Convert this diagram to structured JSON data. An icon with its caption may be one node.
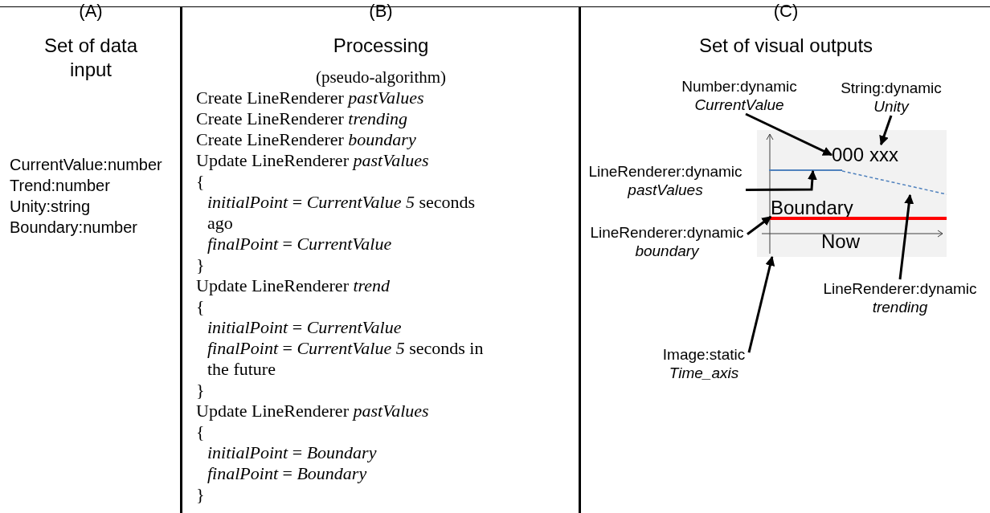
{
  "diagram": {
    "nodes": [
      {
        "text": [],
        "shape": "box"
      },
      {
        "text": [
          "000"
        ],
        "in": 0
      },
      {
        "text": [
          "xxx"
        ],
        "in": 0
      },
      {
        "text": [
          "Boundary"
        ],
        "in": 0
      },
      {
        "text": [
          "Now"
        ],
        "in": 0
      },
      {
        "text": [],
        "shape": "line",
        "in": 0
      },
      {
        "text": [],
        "shape": "line",
        "in": 0
      },
      {
        "text": [],
        "shape": "line",
        "in": 0
      },
      {
        "text": [
          "Number:dynamic",
          "CurrentValue"
        ]
      },
      {
        "text": [
          "String:dynamic",
          "Unity"
        ]
      },
      {
        "text": [
          "LineRenderer:dynamic",
          "pastValues"
        ]
      },
      {
        "text": [
          "LineRenderer:dynamic",
          "boundary"
        ]
      },
      {
        "text": [
          "LineRenderer:dynamic",
          "trending"
        ]
      },
      {
        "text": [
          "Image:static",
          "Time_axis"
        ]
      }
    ],
    "edges": [
      {
        "from": 8,
        "to": 1,
        "arrow": "to"
      },
      {
        "from": 9,
        "to": 2,
        "arrow": "to"
      },
      {
        "from": 10,
        "to": 5,
        "arrow": "to"
      },
      {
        "from": 11,
        "to": 7,
        "arrow": "to"
      },
      {
        "from": 12,
        "to": 6,
        "arrow": "to"
      },
      {
        "from": 13,
        "to": 0,
        "arrow": "to"
      }
    ],
    "labels": [
      "(A)",
      "Set of data input",
      "CurrentValue:number",
      "Trend:number",
      "Unity:string",
      "Boundary:number",
      "(B)",
      "Processing",
      "(pseudo-algorithm)",
      "Create LineRenderer *pastValues*",
      "Create LineRenderer *trending*",
      "Create LineRenderer *boundary*",
      "Update LineRenderer *pastValues*",
      "{",
      "*initialPoint* = *CurrentValue 5* seconds ago",
      "*finalPoint* = *CurrentValue*",
      "}",
      "Update LineRenderer *trend*",
      "{",
      "*initialPoint* = *CurrentValue*",
      "*finalPoint* = *CurrentValue 5* seconds in the future",
      "}",
      "Update LineRenderer *pastValues*",
      "{",
      "*initialPoint* = *Boundary*",
      "*finalPoint* = *Boundary*",
      "}",
      "(C)",
      "Set of visual outputs"
    ]
  }
}
